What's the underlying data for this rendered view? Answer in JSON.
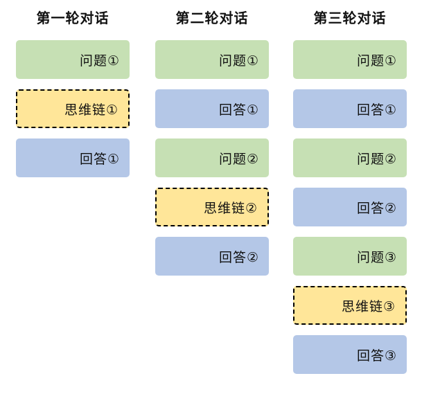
{
  "colors": {
    "background": "#FFFFFF",
    "text": "#111111",
    "question_fill": "#C6E0B4",
    "answer_fill": "#B4C7E7",
    "cot_fill": "#FFE699",
    "cot_border": "#000000"
  },
  "columns": [
    {
      "title": "第一轮对话",
      "boxes": [
        {
          "label": "问题①",
          "type": "question"
        },
        {
          "label": "思维链①",
          "type": "cot"
        },
        {
          "label": "回答①",
          "type": "answer"
        }
      ]
    },
    {
      "title": "第二轮对话",
      "boxes": [
        {
          "label": "问题①",
          "type": "question"
        },
        {
          "label": "回答①",
          "type": "answer"
        },
        {
          "label": "问题②",
          "type": "question"
        },
        {
          "label": "思维链②",
          "type": "cot"
        },
        {
          "label": "回答②",
          "type": "answer"
        }
      ]
    },
    {
      "title": "第三轮对话",
      "boxes": [
        {
          "label": "问题①",
          "type": "question"
        },
        {
          "label": "回答①",
          "type": "answer"
        },
        {
          "label": "问题②",
          "type": "question"
        },
        {
          "label": "回答②",
          "type": "answer"
        },
        {
          "label": "问题③",
          "type": "question"
        },
        {
          "label": "思维链③",
          "type": "cot"
        },
        {
          "label": "回答③",
          "type": "answer"
        }
      ]
    }
  ]
}
